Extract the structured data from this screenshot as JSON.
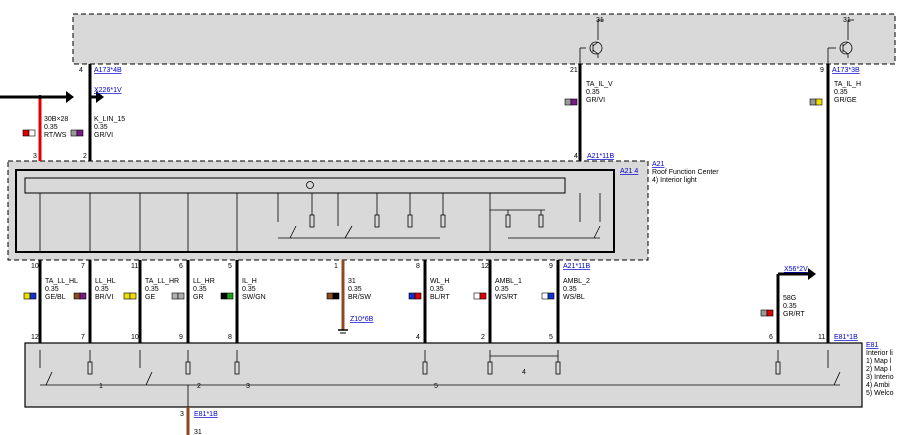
{
  "connectors": {
    "a173_4b": "A173*4B",
    "x226_1v": "X226*1V",
    "a173_3b": "A173*3B",
    "a21_11b_top": "A21*11B",
    "a21_11b_bot": "A21*11B",
    "a21_4": "A21 4",
    "a21": "A21",
    "x56_2v": "X56*2V",
    "z10_6b": "Z10*6B",
    "e81_1b_right": "E81*1B",
    "e81": "E81",
    "e81_1b_bottom": "E81*1B"
  },
  "a21_desc": {
    "line1": "Roof Function Center",
    "line2": "4)  Interior light"
  },
  "e81_desc": {
    "title": "Interior li",
    "items": [
      "1)  Map l",
      "2)  Map l",
      "3)  Interio",
      "4)  Ambi",
      "5)  Welco"
    ]
  },
  "ground_label": "31",
  "wires_top": [
    {
      "name": "30B×28",
      "size": "0.35",
      "color": "RT/WS",
      "pin_top": "",
      "pin_bottom": "3",
      "color_a": "#e00000",
      "color_b": "#ffffff"
    },
    {
      "name": "K_LIN_15",
      "size": "0.35",
      "color": "GR/VI",
      "pin_top": "4",
      "pin_bottom": "2",
      "color_a": "#9a9a9a",
      "color_b": "#7a1a8a"
    },
    {
      "name": "TA_IL_V",
      "size": "0.35",
      "color": "GR/VI",
      "pin_top": "21",
      "pin_bottom": "4",
      "color_a": "#9a9a9a",
      "color_b": "#7a1a8a"
    },
    {
      "name": "TA_IL_H",
      "size": "0.35",
      "color": "GR/GE",
      "pin_top": "9",
      "pin_bottom": "11",
      "color_a": "#9a9a9a",
      "color_b": "#f0e000"
    }
  ],
  "wires_mid": [
    {
      "name": "TA_LL_HL",
      "size": "0.35",
      "color": "GE/BL",
      "pin_top": "10",
      "pin_bottom": "12",
      "color_a": "#f0e000",
      "color_b": "#1030d0"
    },
    {
      "name": "LL_HL",
      "size": "0.35",
      "color": "BR/VI",
      "pin_top": "7",
      "pin_bottom": "7",
      "color_a": "#8b4a20",
      "color_b": "#7a1a8a"
    },
    {
      "name": "TA_LL_HR",
      "size": "0.35",
      "color": "GE",
      "pin_top": "11",
      "pin_bottom": "10",
      "color_a": "#f0e000",
      "color_b": "#f0e000"
    },
    {
      "name": "LL_HR",
      "size": "0.35",
      "color": "GR",
      "pin_top": "6",
      "pin_bottom": "9",
      "color_a": "#b0b0b0",
      "color_b": "#b0b0b0"
    },
    {
      "name": "IL_H",
      "size": "0.35",
      "color": "SW/GN",
      "pin_top": "5",
      "pin_bottom": "8",
      "color_a": "#000000",
      "color_b": "#1aa01a"
    },
    {
      "name": "31",
      "size": "0.35",
      "color": "BR/SW",
      "pin_top": "1",
      "pin_bottom": "",
      "color_a": "#8b4a20",
      "color_b": "#000000"
    },
    {
      "name": "WL_H",
      "size": "0.35",
      "color": "BL/RT",
      "pin_top": "8",
      "pin_bottom": "4",
      "color_a": "#1030d0",
      "color_b": "#e00000"
    },
    {
      "name": "AMBL_1",
      "size": "0.35",
      "color": "WS/RT",
      "pin_top": "12",
      "pin_bottom": "2",
      "color_a": "#ffffff",
      "color_b": "#e00000"
    },
    {
      "name": "AMBL_2",
      "size": "0.35",
      "color": "WS/BL",
      "pin_top": "9",
      "pin_bottom": "5",
      "color_a": "#ffffff",
      "color_b": "#1030d0"
    },
    {
      "name": "58G",
      "size": "0.35",
      "color": "GR/RT",
      "pin_top": "",
      "pin_bottom": "6",
      "color_a": "#9a9a9a",
      "color_b": "#e00000"
    }
  ],
  "lamp_numbers": [
    "1",
    "2",
    "3",
    "5",
    "4"
  ],
  "bottom_pin": "3",
  "bottom_wire_label": "31",
  "top_ground_labels": [
    "31",
    "31"
  ]
}
